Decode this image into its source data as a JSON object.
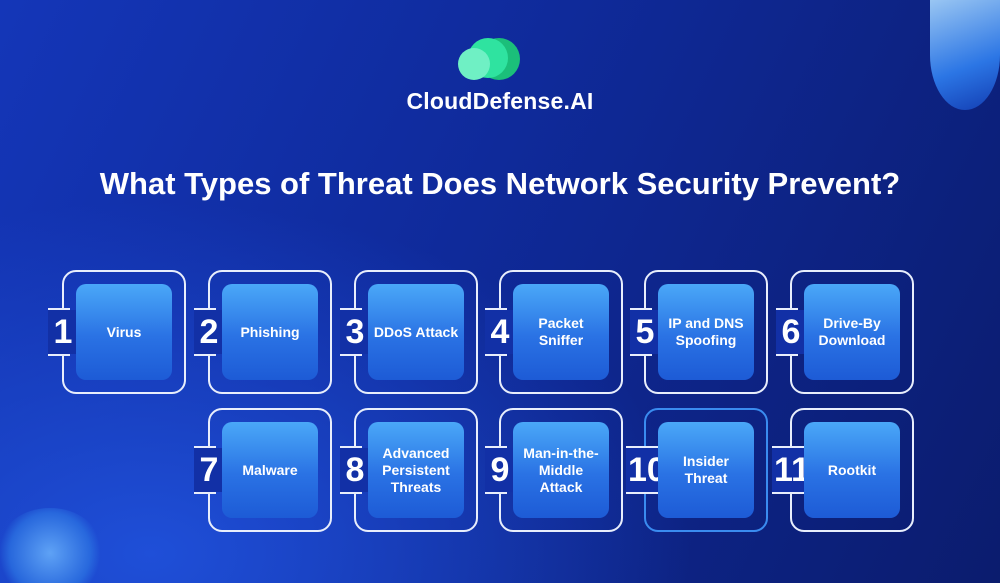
{
  "brand": {
    "name": "CloudDefense.AI"
  },
  "title": "What Types of Threat Does Network Security Prevent?",
  "threats": [
    {
      "number": "1",
      "label": "Virus"
    },
    {
      "number": "2",
      "label": "Phishing"
    },
    {
      "number": "3",
      "label": "DDoS Attack"
    },
    {
      "number": "4",
      "label": "Packet Sniffer"
    },
    {
      "number": "5",
      "label": "IP and DNS Spoofing"
    },
    {
      "number": "6",
      "label": "Drive-By Download"
    },
    {
      "number": "7",
      "label": "Malware"
    },
    {
      "number": "8",
      "label": "Advanced Persistent Threats"
    },
    {
      "number": "9",
      "label": "Man-in-the-Middle Attack"
    },
    {
      "number": "10",
      "label": "Insider Threat"
    },
    {
      "number": "11",
      "label": "Rootkit"
    }
  ],
  "colors": {
    "background": "#1230a6",
    "accent": "#2fe3a0",
    "card": "#2a72e4"
  }
}
